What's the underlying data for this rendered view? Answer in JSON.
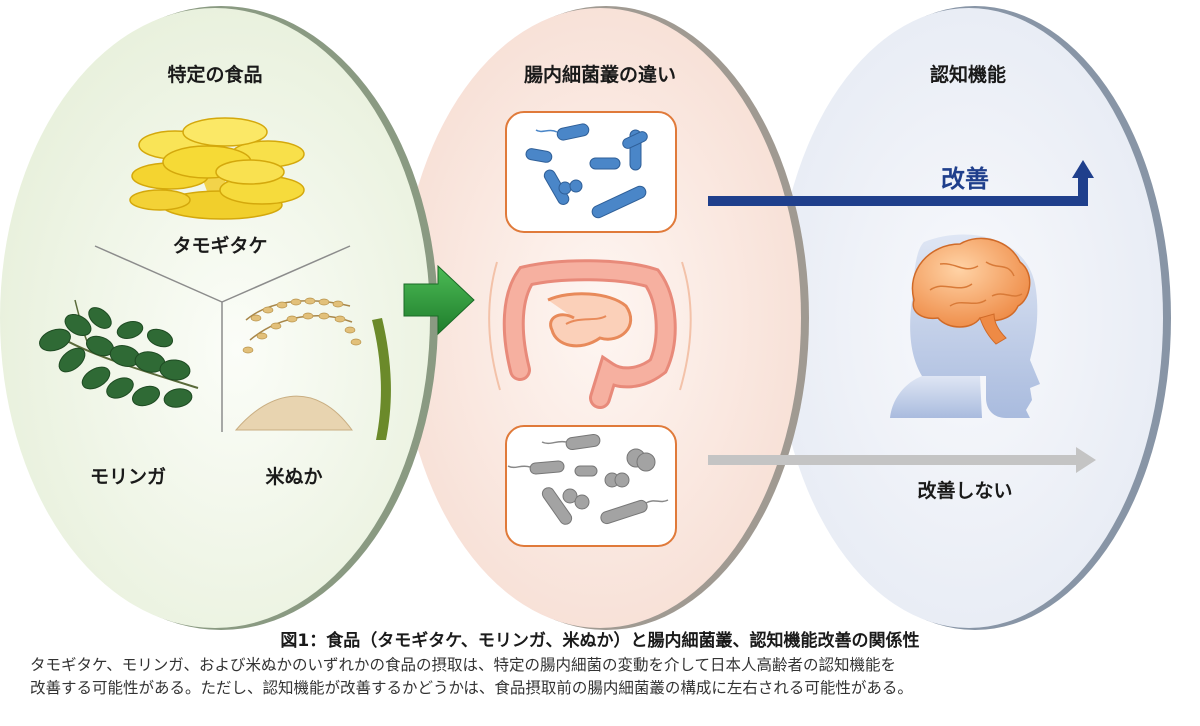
{
  "columns": {
    "food": {
      "header": "特定の食品"
    },
    "microbiota": {
      "header": "腸内細菌叢の違い"
    },
    "cognition": {
      "header": "認知機能"
    }
  },
  "foods": [
    {
      "label": "タモギタケ",
      "icon": "oyster-mushroom-icon"
    },
    {
      "label": "モリンガ",
      "icon": "moringa-leaves-icon"
    },
    {
      "label": "米ぬか",
      "icon": "rice-bran-icon"
    }
  ],
  "outcomes": {
    "improve": {
      "label": "改善",
      "color": "#1f3f8c"
    },
    "no_improve": {
      "label": "改善しない",
      "color": "#c4c4c4"
    }
  },
  "icons": {
    "flow_arrow": "green-arrow-icon",
    "bacteria_top": "blue-bacteria-icon",
    "intestine": "intestine-icon",
    "bacteria_bottom": "gray-bacteria-icon",
    "head": "human-head-brain-icon"
  },
  "colors": {
    "food_bg": "#f2f7ea",
    "microbiota_bg": "#fcebe4",
    "cognition_bg": "#eef1f8",
    "arrow_green": "#2e9a3c",
    "intestine": "#f2a89a",
    "bacteria_blue": "#4a86c8",
    "bacteria_gray": "#9a9a9a",
    "brain": "#f5a66b"
  },
  "caption": {
    "title": "図1：食品（タモギタケ、モリンガ、米ぬか）と腸内細菌叢、認知機能改善の関係性",
    "lines": [
      "タモギタケ、モリンガ、および米ぬかのいずれかの食品の摂取は、特定の腸内細菌の変動を介して日本人高齢者の認知機能を",
      "改善する可能性がある。ただし、認知機能が改善するかどうかは、食品摂取前の腸内細菌叢の構成に左右される可能性がある。"
    ]
  }
}
